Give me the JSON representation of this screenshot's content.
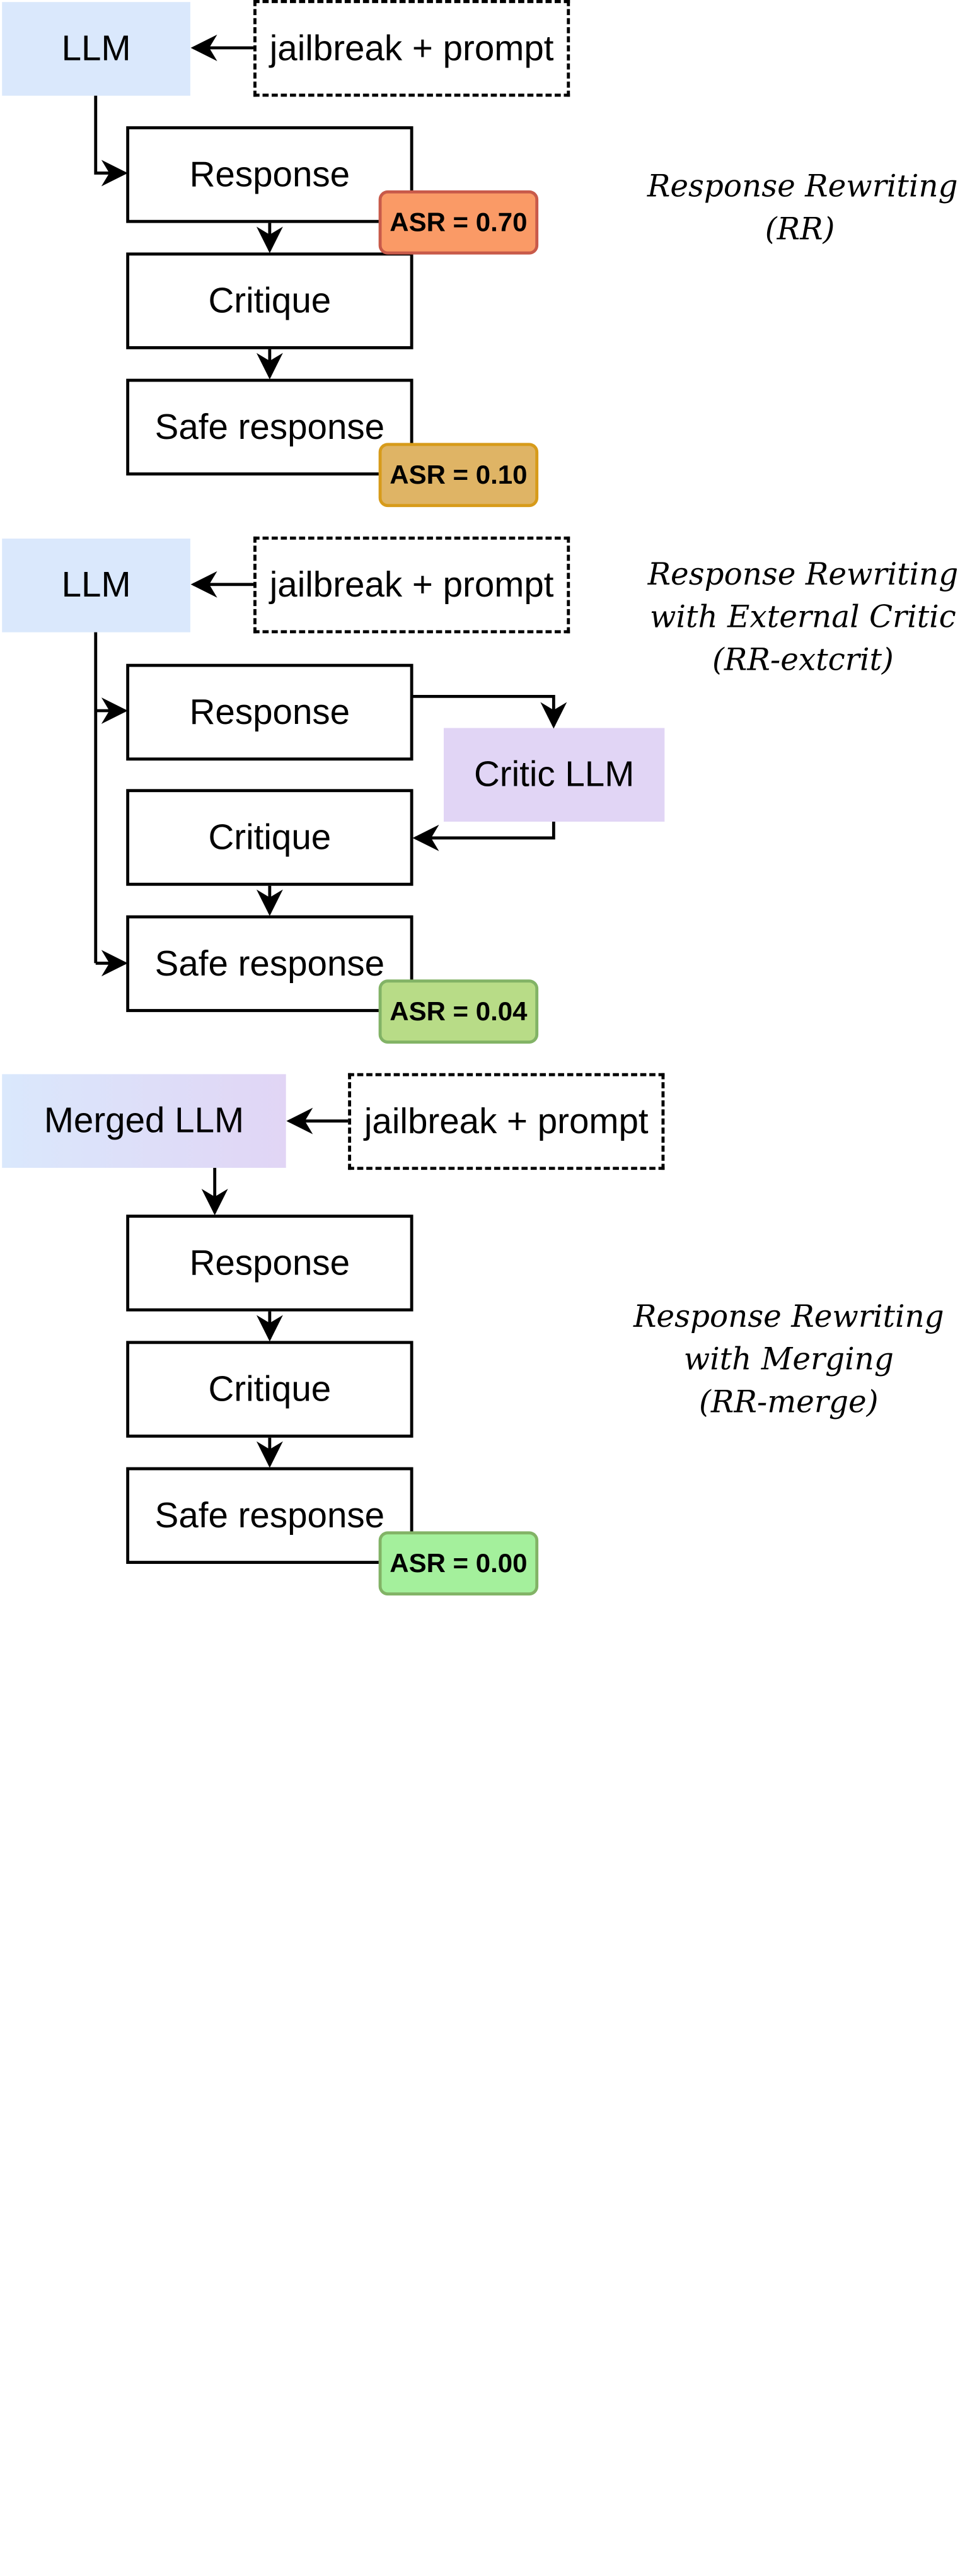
{
  "panels": [
    {
      "model": "LLM",
      "input": "jailbreak + prompt",
      "steps": [
        "Response",
        "Critique",
        "Safe response"
      ],
      "asr_response": "ASR = 0.70",
      "asr_safe": "ASR = 0.10",
      "label_lines": [
        "Response Rewriting",
        "(RR)"
      ]
    },
    {
      "model": "LLM",
      "input": "jailbreak + prompt",
      "steps": [
        "Response",
        "Critique",
        "Safe response"
      ],
      "critic": "Critic LLM",
      "asr_safe": "ASR = 0.04",
      "label_lines": [
        "Response Rewriting",
        "with External Critic",
        "(RR-extcrit)"
      ]
    },
    {
      "model": "Merged LLM",
      "input": "jailbreak + prompt",
      "steps": [
        "Response",
        "Critique",
        "Safe response"
      ],
      "asr_safe": "ASR = 0.00",
      "label_lines": [
        "Response Rewriting",
        "with Merging",
        "(RR-merge)"
      ]
    }
  ],
  "colors": {
    "llm_fill": "#dae8fc",
    "critic_fill": "#e1d5f5",
    "asr_070": "#fa9a66",
    "asr_010": "#dfb465",
    "asr_004": "#b8dc87",
    "asr_000": "#a4f09c"
  }
}
